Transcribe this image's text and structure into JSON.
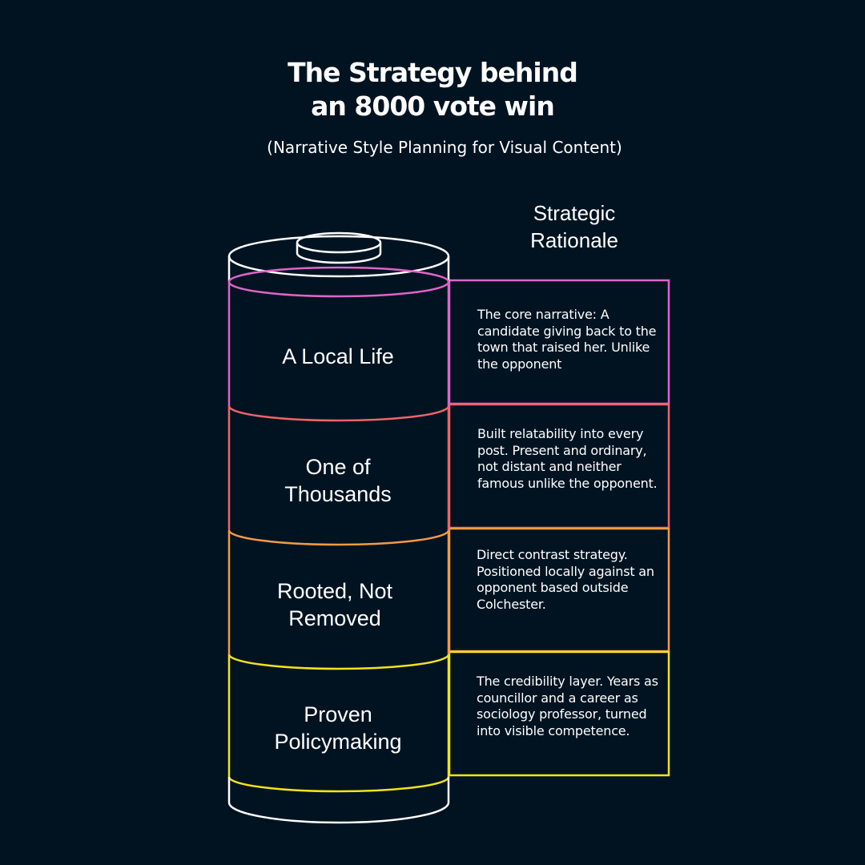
{
  "header": {
    "title_line1": "The Strategy behind",
    "title_line2": "an 8000 vote win",
    "subtitle": "(Narrative Style Planning for Visual Content)"
  },
  "rationale_heading": {
    "line1": "Strategic",
    "line2": "Rationale"
  },
  "layers": [
    {
      "label_line1": "A Local Life",
      "label_line2": "",
      "color": "#e064c8",
      "rationale": "The core narrative: A candidate giving back to the town that raised her. Unlike the opponent"
    },
    {
      "label_line1": "One of",
      "label_line2": "Thousands",
      "color": "#f06468",
      "rationale": "Built relatability into every post. Present and ordinary, not distant and neither famous unlike the opponent."
    },
    {
      "label_line1": "Rooted, Not",
      "label_line2": "Removed",
      "color": "#f49a46",
      "rationale": "Direct contrast strategy. Positioned locally against an opponent based outside Colchester."
    },
    {
      "label_line1": "Proven",
      "label_line2": "Policymaking",
      "color": "#f2e31c",
      "rationale": "The credibility layer. Years as councillor and a career as sociology professor, turned into visible competence."
    }
  ],
  "colors": {
    "background": "#011321",
    "outline": "#ffffff"
  }
}
